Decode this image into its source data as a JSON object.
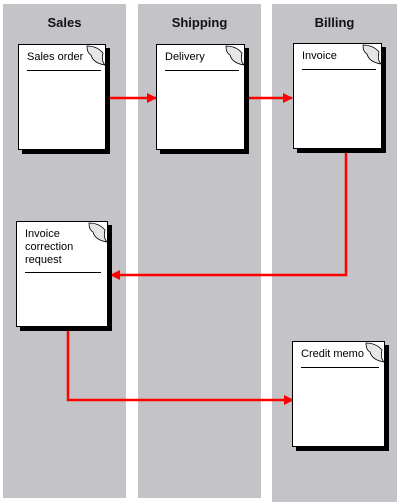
{
  "lanes": [
    {
      "id": "sales",
      "title": "Sales"
    },
    {
      "id": "shipping",
      "title": "Shipping"
    },
    {
      "id": "billing",
      "title": "Billing"
    }
  ],
  "documents": {
    "sales_order": "Sales order",
    "delivery": "Delivery",
    "invoice": "Invoice",
    "invoice_correction_request": "Invoice correction request",
    "credit_memo": "Credit memo"
  },
  "colors": {
    "lane_background": "#c4c4c8",
    "arrow": "#ff0000",
    "document_border": "#000000"
  }
}
